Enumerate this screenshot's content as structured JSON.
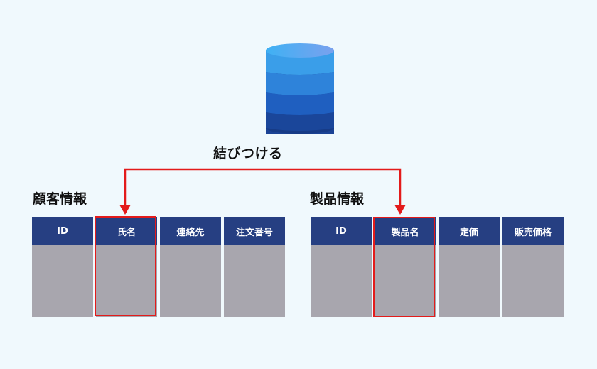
{
  "link": {
    "label": "結びつける"
  },
  "tables": [
    {
      "title": "顧客情報",
      "columns": [
        "ID",
        "氏名",
        "連絡先",
        "注文番号"
      ],
      "linked_column": "氏名"
    },
    {
      "title": "製品情報",
      "columns": [
        "ID",
        "製品名",
        "定価",
        "販売価格"
      ],
      "linked_column": "製品名"
    }
  ],
  "colors": {
    "background": "#f0f9fd",
    "header": "#263f82",
    "cell": "#a8a6ae",
    "highlight": "#e31b1b",
    "database_top": "#3aa8f0",
    "database_bottom": "#173f8f"
  },
  "icons": {
    "database": "database-icon"
  }
}
